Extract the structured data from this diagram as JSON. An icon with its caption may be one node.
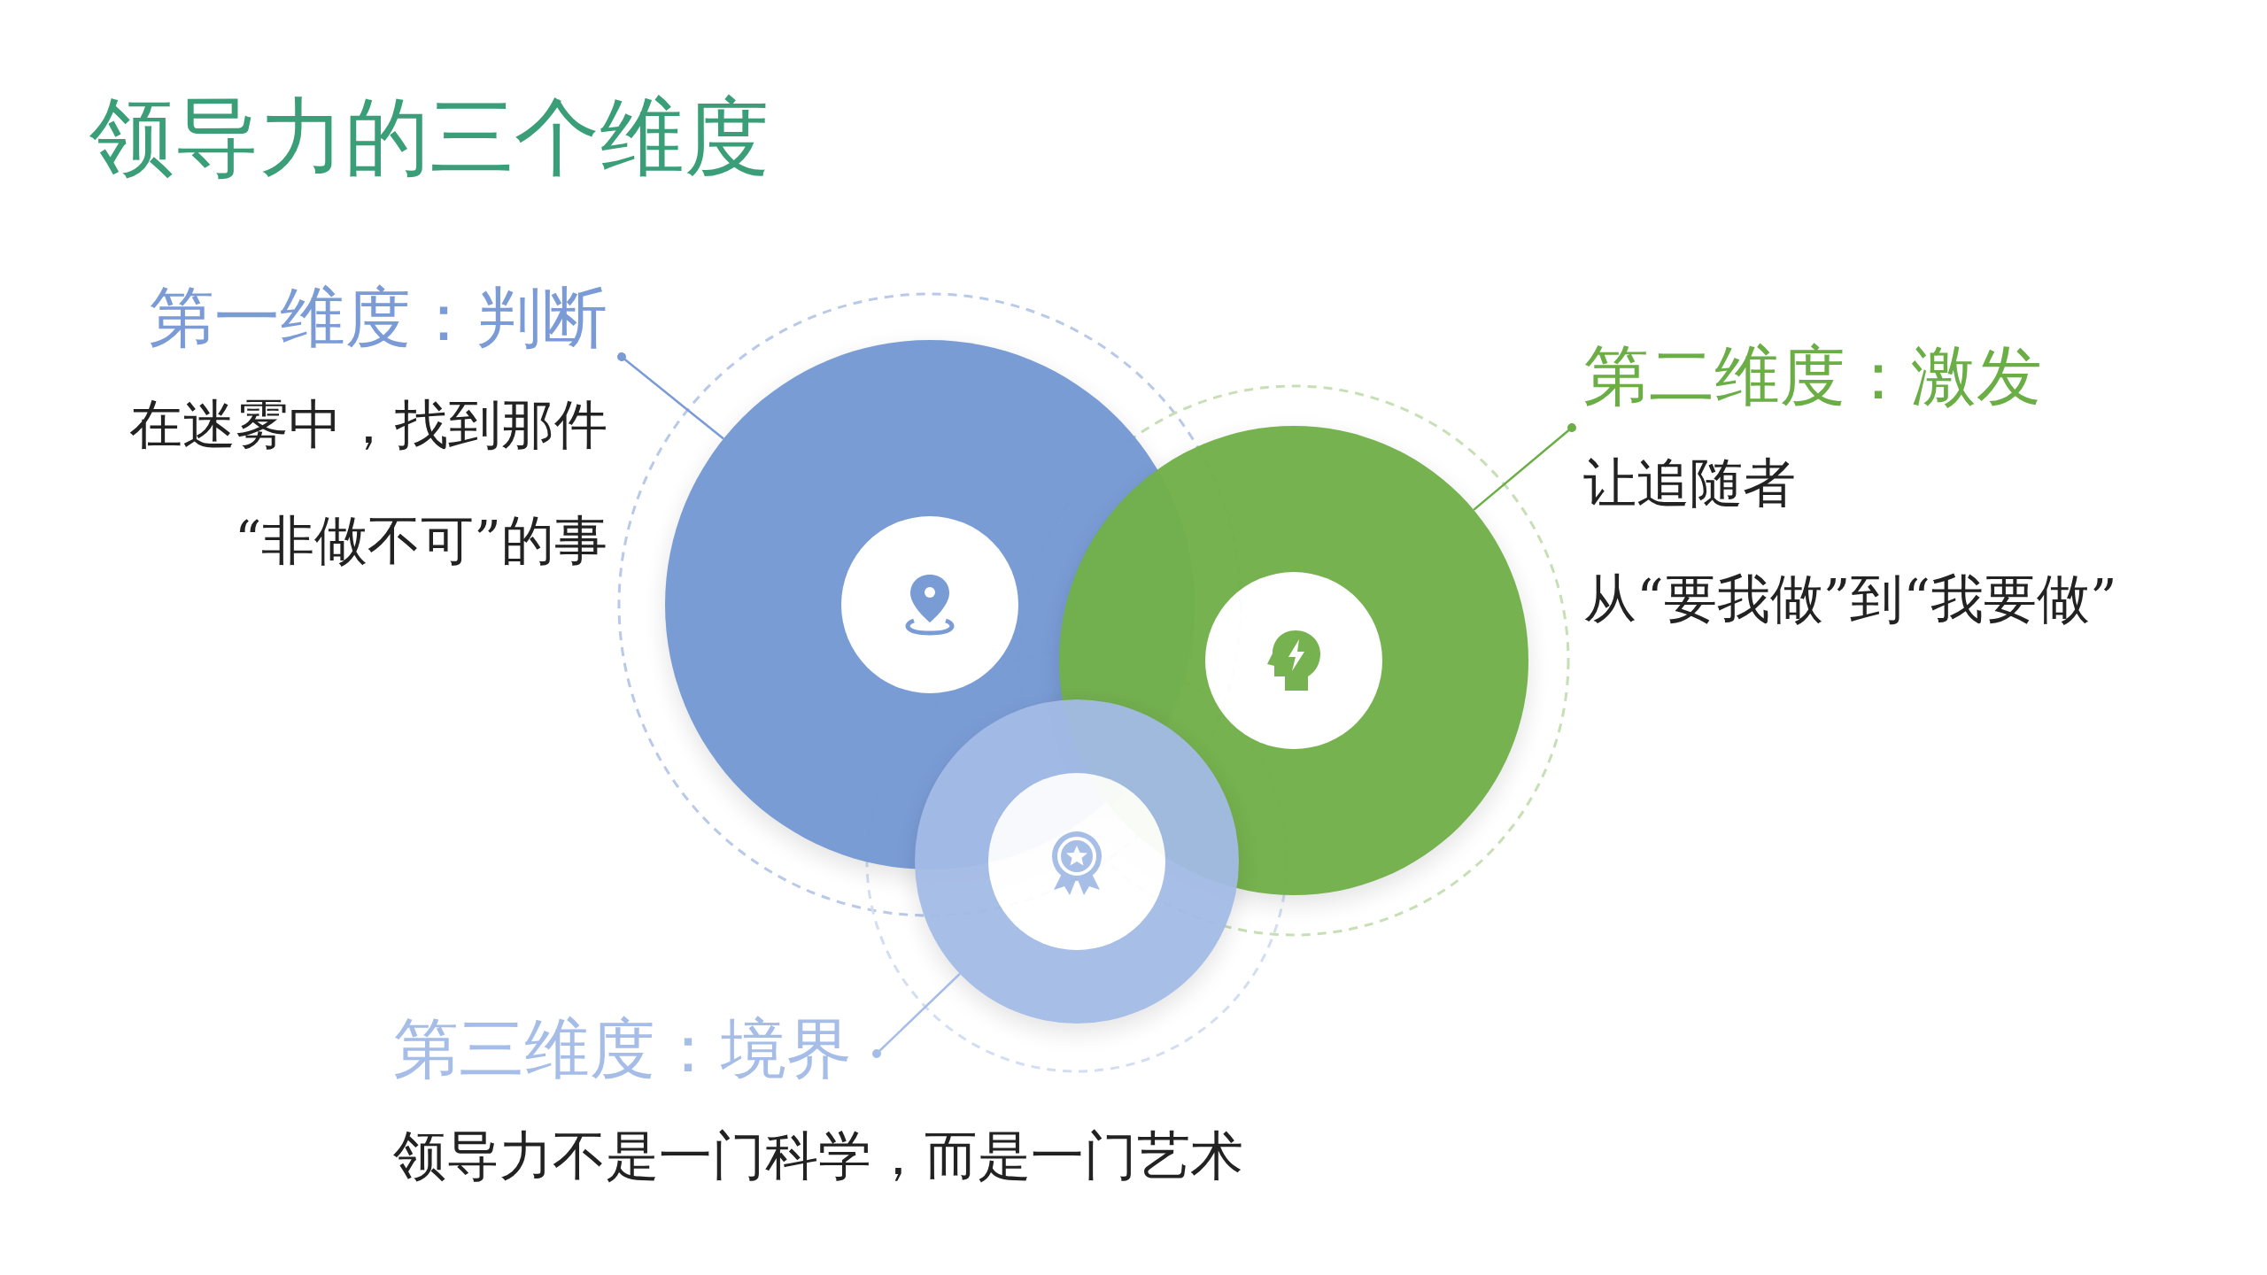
{
  "diagram": {
    "title": "领导力的三个维度",
    "nodes": [
      {
        "text": [
          "第一维度：判断",
          "在迷雾中，找到那件",
          "“非做不可”的事"
        ]
      },
      {
        "text": [],
        "shape": "circle"
      },
      {
        "text": [
          "第二维度：激发",
          "让追随者",
          "从“要我做”到“我要做”"
        ]
      },
      {
        "text": [],
        "shape": "circle"
      },
      {
        "text": [
          "第三维度：境界",
          "领导力不是一门科学，而是一门艺术"
        ]
      },
      {
        "text": [],
        "shape": "circle"
      }
    ],
    "edges": [
      {
        "from": 0,
        "to": 1,
        "arrow": "other",
        "color": "#7b9bd6"
      },
      {
        "from": 2,
        "to": 3,
        "arrow": "other",
        "color": "#6aae45"
      },
      {
        "from": 4,
        "to": 5,
        "arrow": "other",
        "color": "#a6bde8"
      }
    ]
  }
}
